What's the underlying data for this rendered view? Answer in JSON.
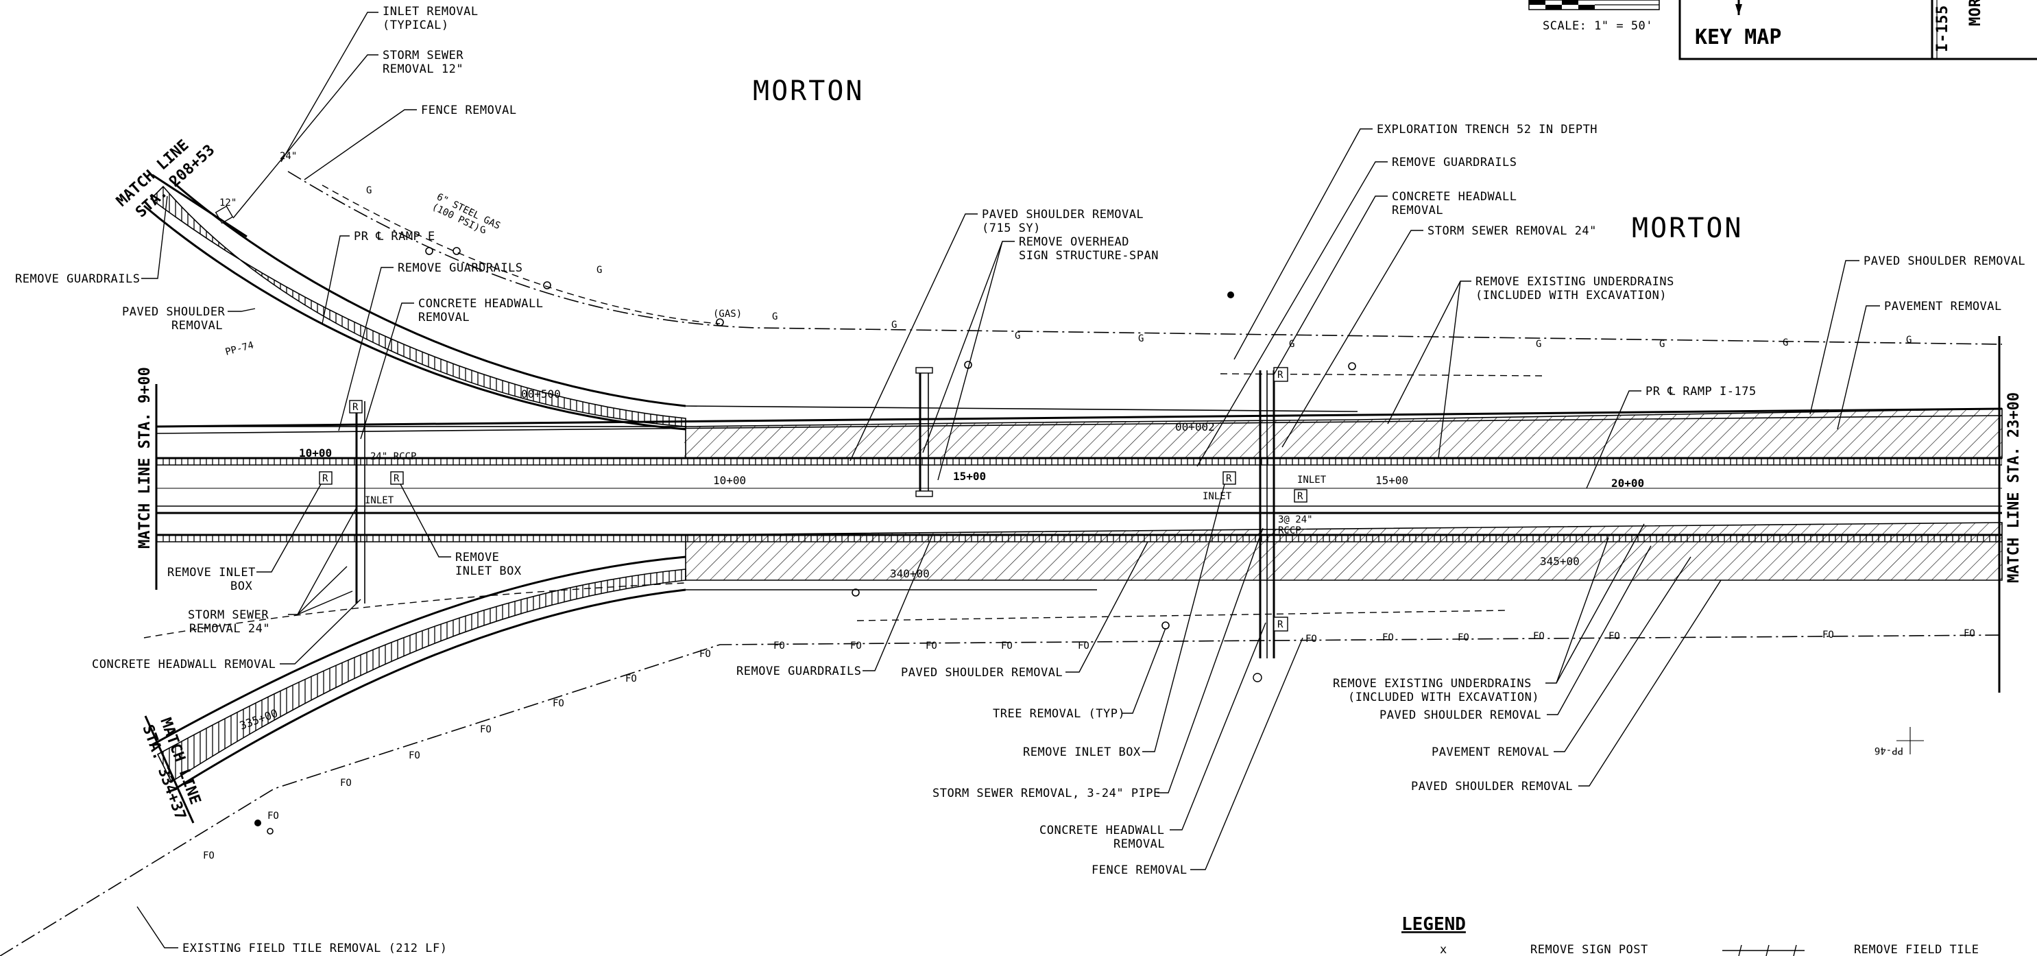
{
  "town_labels": [
    "MORTON",
    "MORTON"
  ],
  "scale": "SCALE: 1\" = 50'",
  "key_map": {
    "title": "KEY MAP",
    "route_label": "I-155",
    "place_label": "MOR"
  },
  "match_lines": {
    "top_left": [
      "MATCH LINE",
      "STA. 208+53"
    ],
    "left": "MATCH LINE STA. 9+00",
    "bottom_left": [
      "MATCH LINE",
      "STA. 334+37"
    ],
    "right": "MATCH LINE STA. 23+00"
  },
  "stations": {
    "sta_10": "10+00",
    "sta_15": "15+00",
    "sta_20": "20+00",
    "ramp_e_top": "00+500",
    "ramp_e_right": "00+002",
    "ramp_10": "10+00",
    "ramp_15": "15+00",
    "sta_335": "335+00",
    "sta_340": "340+00",
    "sta_345": "345+00",
    "pp74": "PP-74",
    "pp46": "PP-46"
  },
  "small_marks": {
    "rccp_24_left": "24\" RCCP",
    "rccp_24_right": "3@ 24\"",
    "rccp_word": "RCCP",
    "inlet_left": "INLET",
    "inlet_mid": "INLET",
    "inlet_right": "INLET",
    "gas_main": [
      "6\" STEEL GAS",
      "(100 PSI)"
    ],
    "gas_tag": "(GAS)",
    "r_box": "R",
    "fence_g": "G",
    "fiber_fo": "FO",
    "small_24": "24\"",
    "small_12": "12\""
  },
  "callouts": {
    "inlet_removal": [
      "INLET REMOVAL",
      "(TYPICAL)"
    ],
    "storm_sewer_removal_12": [
      "STORM SEWER",
      "REMOVAL 12\""
    ],
    "fence_removal_top": "FENCE REMOVAL",
    "pr_ramp_e": "PR ℄ RAMP E",
    "remove_guardrails_top_left": "REMOVE GUARDRAILS",
    "remove_guardrails_mid_left": "REMOVE GUARDRAILS",
    "paved_shoulder_removal_left": [
      "PAVED SHOULDER",
      "REMOVAL"
    ],
    "concrete_headwall_removal_left": [
      "CONCRETE HEADWALL",
      "REMOVAL"
    ],
    "remove_inlet_box_left": [
      "REMOVE INLET",
      "BOX"
    ],
    "remove_inlet_box_mid": [
      "REMOVE",
      "INLET BOX"
    ],
    "storm_sewer_removal_24_left": [
      "STORM SEWER",
      "REMOVAL 24\""
    ],
    "concrete_headwall_removal_bottom_left": "CONCRETE HEADWALL REMOVAL",
    "existing_field_tile_removal": "EXISTING FIELD TILE REMOVAL (212 LF)",
    "paved_shoulder_removal_715": [
      "PAVED SHOULDER REMOVAL",
      "(715 SY)"
    ],
    "remove_overhead_sign": [
      "REMOVE OVERHEAD",
      "SIGN STRUCTURE-SPAN"
    ],
    "remove_guardrails_bottom_mid": "REMOVE GUARDRAILS",
    "paved_shoulder_removal_bottom_mid": "PAVED SHOULDER REMOVAL",
    "tree_removal": "TREE REMOVAL (TYP)",
    "remove_inlet_box_bottom": "REMOVE INLET BOX",
    "storm_sewer_removal_3_24": "STORM SEWER REMOVAL, 3-24\" PIPE",
    "concrete_headwall_removal_bottom": [
      "CONCRETE HEADWALL",
      "REMOVAL"
    ],
    "fence_removal_bottom": "FENCE REMOVAL",
    "exploration_trench": "EXPLORATION TRENCH 52 IN DEPTH",
    "remove_guardrails_top_right": "REMOVE GUARDRAILS",
    "concrete_headwall_removal_top_right": [
      "CONCRETE HEADWALL",
      "REMOVAL"
    ],
    "storm_sewer_removal_24_right": "STORM SEWER REMOVAL 24\"",
    "remove_existing_underdrains_top": [
      "REMOVE EXISTING UNDERDRAINS",
      "(INCLUDED WITH EXCAVATION)"
    ],
    "paved_shoulder_removal_top_right": "PAVED SHOULDER REMOVAL",
    "pavement_removal_top_right": "PAVEMENT REMOVAL",
    "pr_ramp_i175": "PR ℄ RAMP I-175",
    "remove_existing_underdrains_bottom": [
      "REMOVE EXISTING UNDERDRAINS",
      "(INCLUDED WITH EXCAVATION)"
    ],
    "paved_shoulder_removal_bottom_right_1": "PAVED SHOULDER REMOVAL",
    "pavement_removal_bottom_right": "PAVEMENT REMOVAL",
    "paved_shoulder_removal_bottom_right_2": "PAVED SHOULDER REMOVAL"
  },
  "legend": {
    "title": "LEGEND",
    "items": [
      {
        "symbol": "x",
        "label": "REMOVE SIGN POST"
      },
      {
        "symbol": "field-tile-line",
        "label": "REMOVE FIELD TILE"
      }
    ]
  }
}
